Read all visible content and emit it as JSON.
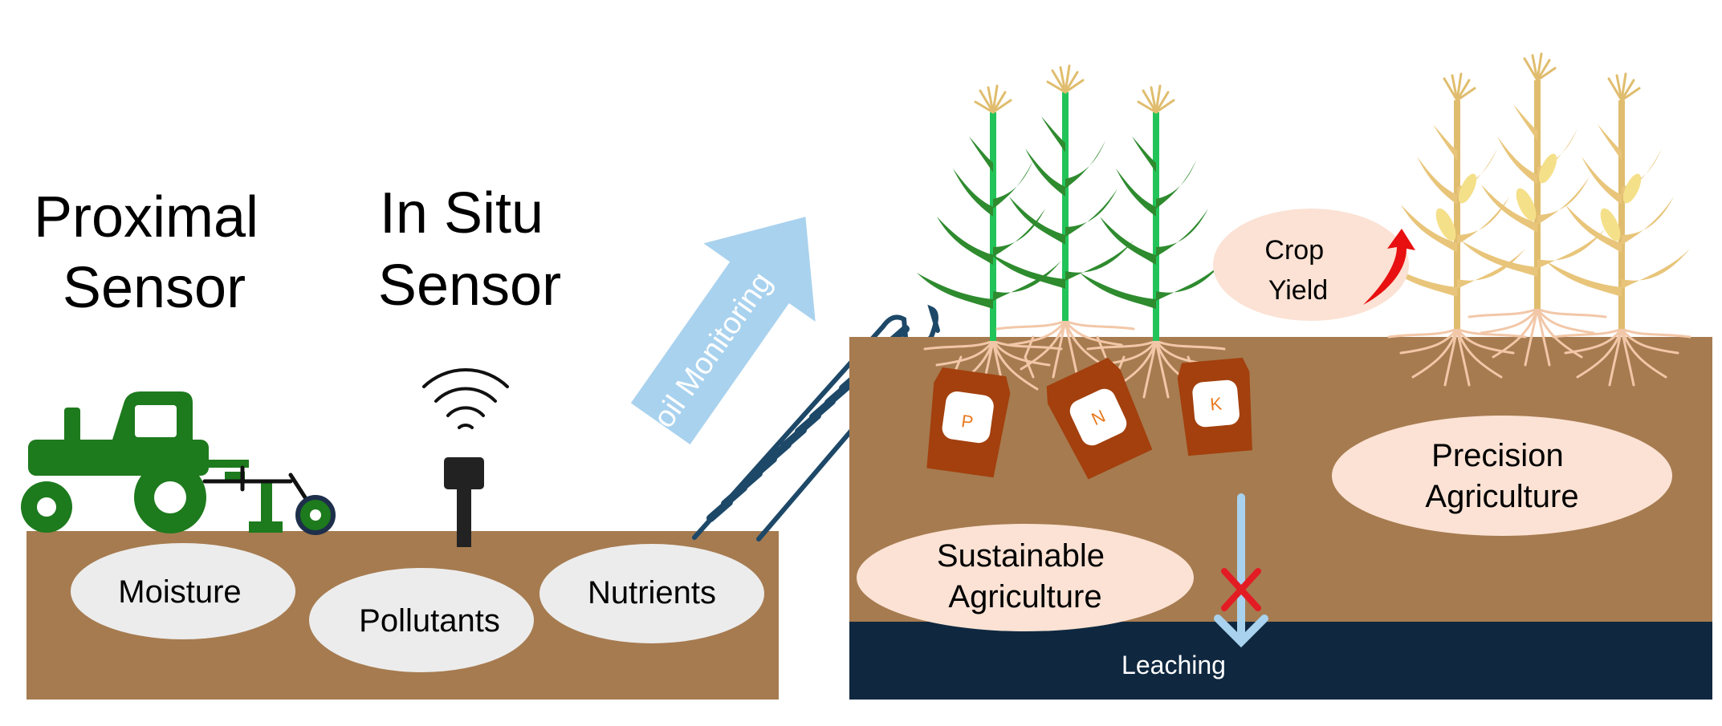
{
  "headings": {
    "proximal": [
      "Proximal",
      "Sensor"
    ],
    "in_situ": [
      "In Situ",
      "Sensor"
    ]
  },
  "soil_properties": {
    "moisture": "Moisture",
    "pollutants": "Pollutants",
    "nutrients": "Nutrients"
  },
  "arrow_label": "Soil Monitoring",
  "outcomes": {
    "crop_yield": [
      "Crop",
      "Yield"
    ],
    "precision_agriculture": [
      "Precision",
      "Agriculture"
    ],
    "sustainable_agriculture": [
      "Sustainable",
      "Agriculture"
    ],
    "leaching": "Leaching"
  },
  "fertilizer_bags": [
    "P",
    "N",
    "K"
  ],
  "colors": {
    "soil": "#a67b50",
    "leaching_layer": "#0f2840",
    "tractor": "#1d7a1d",
    "healthy_stalk": "#22c45a",
    "healthy_leaf": "#2e8b2e",
    "mature_crop": "#e0bd6e",
    "roots": "#f2c7a8",
    "label_oval_gray": "#ececec",
    "label_oval_peach": "#fbe2d4",
    "fertilizer_bag": "#a3400e",
    "arrow_blue": "#a9d2ee",
    "stair_blue": "#1d4868",
    "up_arrow_red": "#e81010",
    "block_x": "#e31c23"
  },
  "icons": [
    "tractor-icon",
    "wifi-signal-icon",
    "sensor-probe-icon",
    "staircase-icon",
    "corn-plant-icon",
    "fertilizer-bag-icon",
    "up-arrow-icon",
    "x-mark-icon"
  ]
}
